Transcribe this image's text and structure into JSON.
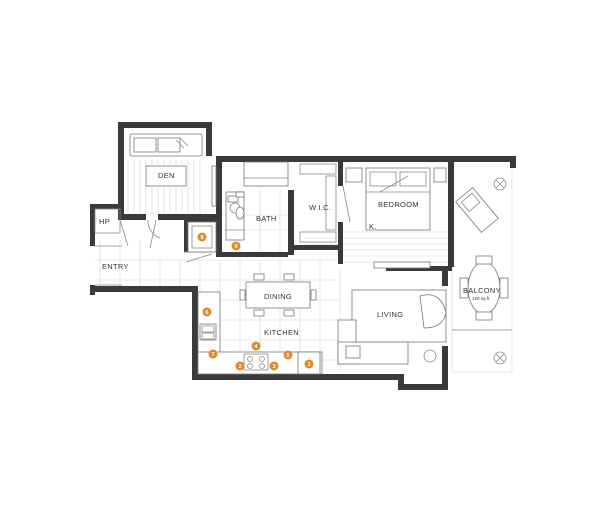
{
  "rooms": {
    "den": "DEN",
    "hp": "HP",
    "entry": "ENTRY",
    "bath": "BATH",
    "wic": "W.I.C.",
    "bedroom": "BEDROOM",
    "k": "K.",
    "dining": "DINING",
    "living": "LIVING",
    "kitchen": "KITCHEN",
    "balcony": "BALCONY",
    "balcony_area": "120 sq ft"
  },
  "markers": [
    "1",
    "2",
    "3",
    "4",
    "5",
    "6",
    "7",
    "8",
    "9"
  ],
  "colors": {
    "wall": "#3a3a3a",
    "marker": "#e08a2c",
    "furniture_stroke": "#777777"
  }
}
